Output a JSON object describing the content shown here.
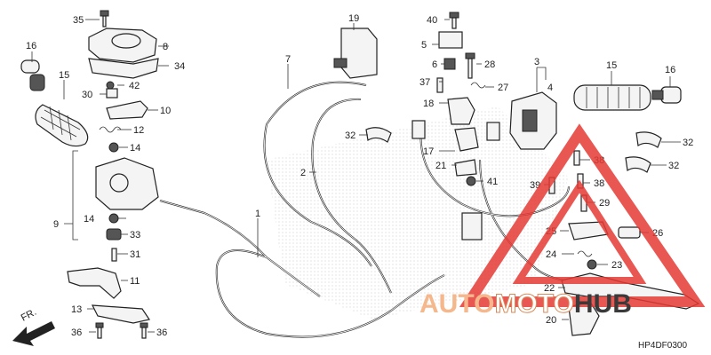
{
  "diagram_code": "HP4DF0300",
  "direction_label": "FR.",
  "watermark": {
    "word_a": "AUTO",
    "word_b": "MOTO",
    "word_c": "HUB",
    "color_a": "#f5b78c",
    "color_b": "#ffffff",
    "color_c": "#3a3a3a",
    "triangle_color": "#e53935"
  },
  "callouts": [
    {
      "id": "c35",
      "label": "35"
    },
    {
      "id": "c8",
      "label": "8"
    },
    {
      "id": "c34",
      "label": "34"
    },
    {
      "id": "c16l",
      "label": "16"
    },
    {
      "id": "c15l",
      "label": "15"
    },
    {
      "id": "c30",
      "label": "30"
    },
    {
      "id": "c42",
      "label": "42"
    },
    {
      "id": "c10",
      "label": "10"
    },
    {
      "id": "c12",
      "label": "12"
    },
    {
      "id": "c14a",
      "label": "14"
    },
    {
      "id": "c9",
      "label": "9"
    },
    {
      "id": "c14b",
      "label": "14"
    },
    {
      "id": "c33",
      "label": "33"
    },
    {
      "id": "c31",
      "label": "31"
    },
    {
      "id": "c11",
      "label": "11"
    },
    {
      "id": "c13",
      "label": "13"
    },
    {
      "id": "c36a",
      "label": "36"
    },
    {
      "id": "c36b",
      "label": "36"
    },
    {
      "id": "c1",
      "label": "1"
    },
    {
      "id": "c7",
      "label": "7"
    },
    {
      "id": "c2",
      "label": "2"
    },
    {
      "id": "c19",
      "label": "19"
    },
    {
      "id": "c32a",
      "label": "32"
    },
    {
      "id": "c40",
      "label": "40"
    },
    {
      "id": "c5",
      "label": "5"
    },
    {
      "id": "c6",
      "label": "6"
    },
    {
      "id": "c28",
      "label": "28"
    },
    {
      "id": "c37",
      "label": "37"
    },
    {
      "id": "c27",
      "label": "27"
    },
    {
      "id": "c18",
      "label": "18"
    },
    {
      "id": "c17",
      "label": "17"
    },
    {
      "id": "c21",
      "label": "21"
    },
    {
      "id": "c41",
      "label": "41"
    },
    {
      "id": "c3",
      "label": "3"
    },
    {
      "id": "c4",
      "label": "4"
    },
    {
      "id": "c15r",
      "label": "15"
    },
    {
      "id": "c16r",
      "label": "16"
    },
    {
      "id": "c32b",
      "label": "32"
    },
    {
      "id": "c32c",
      "label": "32"
    },
    {
      "id": "c38a",
      "label": "38"
    },
    {
      "id": "c39",
      "label": "39"
    },
    {
      "id": "c38b",
      "label": "38"
    },
    {
      "id": "c29",
      "label": "29"
    },
    {
      "id": "c25",
      "label": "25"
    },
    {
      "id": "c26",
      "label": "26"
    },
    {
      "id": "c24",
      "label": "24"
    },
    {
      "id": "c23",
      "label": "23"
    },
    {
      "id": "c22",
      "label": "22"
    },
    {
      "id": "c20",
      "label": "20"
    }
  ]
}
